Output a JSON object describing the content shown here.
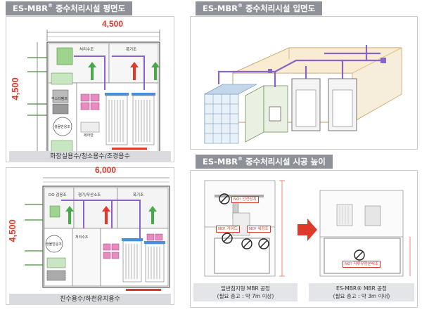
{
  "colors": {
    "title_bg": "#8e9298",
    "dimension": "#e0392b",
    "pipe": "#8a63c9",
    "caption_bg": "#d9dbde",
    "warning": "#d93a2b",
    "arrow": "#e0392b"
  },
  "panel1": {
    "title_prefix": "ES-MBR",
    "reg": "®",
    "title_suffix": " 중수처리시설 평면도",
    "dim_width": "4,500",
    "dim_height": "4,500",
    "caption": "화장실용수/청소용수/조경용수",
    "rooms": {
      "treated_tank": "처리수조",
      "aeration_tank": "폭기조",
      "pump": "부스터펌프",
      "bio_tank": "생물반응조",
      "control": "제어반"
    }
  },
  "panel2": {
    "title_prefix": "ES-MBR",
    "reg": "®",
    "title_suffix": " 중수처리시설 입면도"
  },
  "panel3": {
    "dim_width": "6,000",
    "dim_height": "4,500",
    "caption": "친수용수/하천유지용수",
    "rooms": {
      "do_tank": "DO 감응조",
      "denitrify": "혐기/무산소조",
      "aeration": "폭기조",
      "treated": "처리수조",
      "bio": "생물반응조"
    }
  },
  "panel4": {
    "title_prefix": "ES-MBR",
    "reg": "®",
    "title_suffix": " 중수처리시설 시공 높이",
    "labels": {
      "no_crane": "NO! 안전장치",
      "no_guide": "NO! 가이드",
      "no_cleaning": "NO! 세정조",
      "no_flow": "NO! 저류유량분배조"
    },
    "left_caption_1": "일반침지형 MBR 공정",
    "left_caption_2": "(필요 층고 : 약 7m 이상)",
    "right_caption_1": "ES-MBR® MBR 공정",
    "right_caption_2": "(필요 층고 : 약 3m 이내)"
  }
}
